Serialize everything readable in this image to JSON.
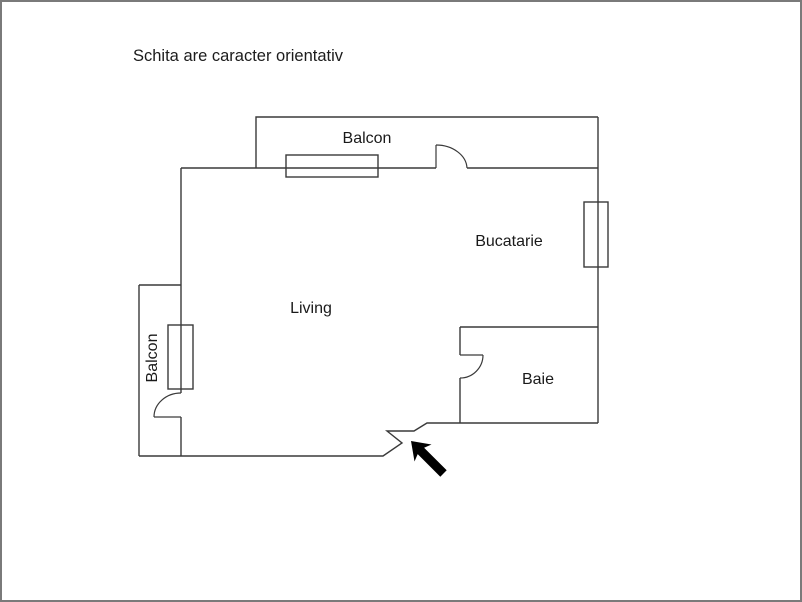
{
  "note": "Schita are caracter orientativ",
  "rooms": {
    "balcon_top": {
      "label": "Balcon"
    },
    "bucatarie": {
      "label": "Bucatarie"
    },
    "living": {
      "label": "Living"
    },
    "baie": {
      "label": "Baie"
    },
    "balcon_left": {
      "label": "Balcon"
    }
  },
  "icons": {
    "entrance_arrow": "arrow-up-left"
  },
  "colors": {
    "background": "#ffffff",
    "border": "#7a7a7a",
    "wall": "#3a3a3a",
    "text": "#1a1a1a",
    "arrow": "#000000"
  }
}
